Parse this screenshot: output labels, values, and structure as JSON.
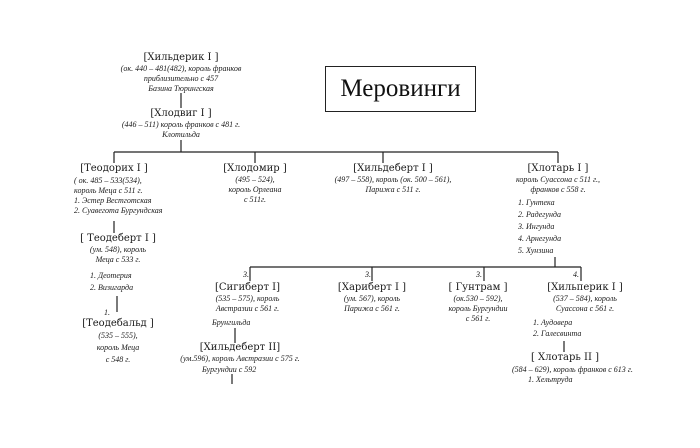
{
  "title": "Меровинги",
  "people": {
    "childeric": {
      "name": "[Хильдерик I ]",
      "lines": [
        "(ок. 440 – 481(482),  король  франков",
        "приблизительно с 457",
        "Базина Тюрингская"
      ]
    },
    "clovis": {
      "name": "[Хлодвиг I ]",
      "lines": [
        "(446 – 511) король франков с 481 г.",
        "Клотильда"
      ]
    },
    "theuderic": {
      "name": "[Теодорих  I ]",
      "lines": [
        "( ок. 485 – 533(534),",
        "король Меца с 511 г.",
        "1. Эстер Вестготская",
        "2. Суавегота Бургундская"
      ]
    },
    "chlodomer": {
      "name": "[Хлодомир ]",
      "lines": [
        "(495 – 524),",
        "король Орлеана",
        "с 511г."
      ]
    },
    "childebert1": {
      "name": "[Хильдеберт I ]",
      "lines": [
        "(497 – 558), король  (ок. 500 – 561),",
        "Парижа с 511 г."
      ]
    },
    "chlothar1": {
      "name": "[Хлотарь I ]",
      "lines": [
        "король Суассона с 511 г.,",
        "франков с 558 г.",
        "1. Гунтека",
        "2. Радегунда",
        "3. Ингунда",
        "4. Арнегунда",
        "5. Хунзина"
      ]
    },
    "theudebert": {
      "name": "[ Теодеберт I ]",
      "lines": [
        "(ум. 548), король",
        "Меца с 533 г.",
        "1. Деотерия",
        "2. Визигарда"
      ]
    },
    "theudebald": {
      "name": "[Теодебальд ]",
      "lines": [
        "(535 – 555),",
        "король Меца",
        "с 548 г."
      ]
    },
    "sigebert": {
      "name": "[Сигиберт I]",
      "lines": [
        "(535 – 575), король",
        "Австразии с 561 г.",
        "Брунгильда"
      ]
    },
    "charibert": {
      "name": "[Хариберт I ]",
      "lines": [
        "(ум. 567), король",
        "Парижа с 561 г."
      ]
    },
    "guntram": {
      "name": "[ Гунтрам ]",
      "lines": [
        "(ок.530 – 592),",
        "король Бургундии",
        "с 561 г."
      ]
    },
    "chilperic": {
      "name": "[Хильперик I ]",
      "lines": [
        "(537 – 584), король",
        "Суассона с 561 г.",
        "1.  Аудовера",
        "2. Галесвинта"
      ]
    },
    "childebert2": {
      "name": "[Хильдеберт II]",
      "lines": [
        "(ум.596), король Австразии с 575 г.",
        "Бургундии с 592"
      ]
    },
    "chlothar2": {
      "name": "[ Хлотарь II ]",
      "lines": [
        "(584 – 629), король франков с 613 г.",
        "1. Хельтруда"
      ]
    }
  },
  "numbers": {
    "theudebald_mark": "1.",
    "sigebert_mark": "3.",
    "charibert_mark": "3.",
    "guntram_mark": "3.",
    "chilperic_mark": "4."
  }
}
